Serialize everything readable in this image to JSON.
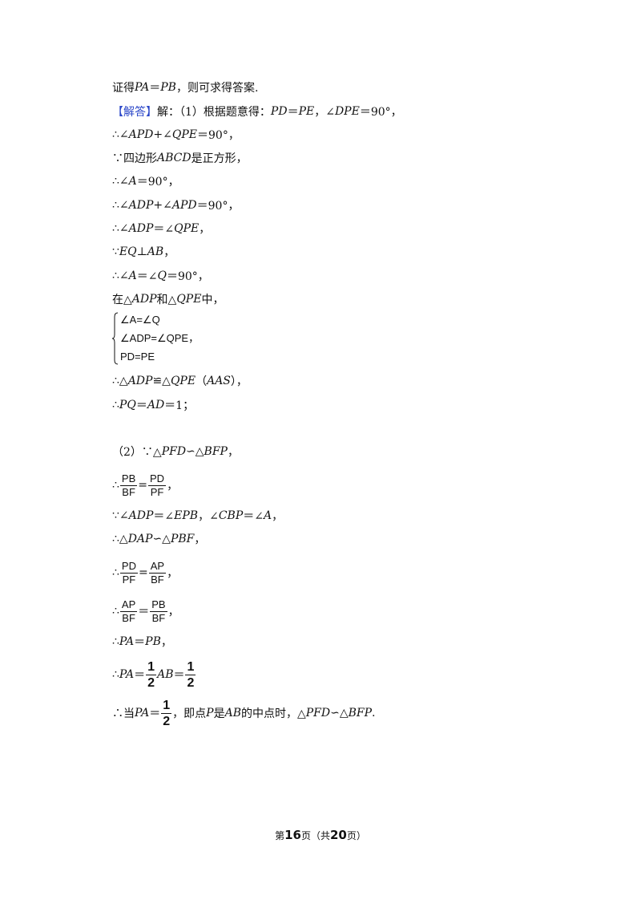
{
  "lines": {
    "l1": {
      "a": "证得 ",
      "b": "PA",
      "c": "＝",
      "d": "PB",
      "e": "，则可求得答案."
    },
    "l2": {
      "tag": "【解答】",
      "a": "解：（1）根据题意得：",
      "b": "PD",
      "c": "＝",
      "d": "PE",
      "e": "，∠",
      "f": "DPE",
      "g": "＝90°，"
    },
    "l3": {
      "a": "∴∠",
      "b": "APD",
      "c": "+∠",
      "d": "QPE",
      "e": "＝90°，"
    },
    "l4": {
      "a": "∵四边形 ",
      "b": "ABCD",
      "c": " 是正方形，"
    },
    "l5": {
      "a": "∴∠",
      "b": "A",
      "c": "＝90°，"
    },
    "l6": {
      "a": "∴∠",
      "b": "ADP",
      "c": "+∠",
      "d": "APD",
      "e": "＝90°，"
    },
    "l7": {
      "a": "∴∠",
      "b": "ADP",
      "c": "＝∠",
      "d": "QPE",
      "e": "，"
    },
    "l8": {
      "a": "∵",
      "b": "EQ",
      "c": "⊥",
      "d": "AB",
      "e": "，"
    },
    "l9": {
      "a": "∴∠",
      "b": "A",
      "c": "＝∠",
      "d": "Q",
      "e": "＝90°，"
    },
    "l10": {
      "a": "在△",
      "b": "ADP",
      "c": " 和△",
      "d": "QPE",
      "e": " 中，"
    },
    "l12": {
      "a": "∴△",
      "b": "ADP",
      "c": "≌△",
      "d": "QPE",
      "e": "（",
      "f": "AAS",
      "g": "），"
    },
    "l13": {
      "a": "∴",
      "b": "PQ",
      "c": "＝",
      "d": "AD",
      "e": "＝1；"
    },
    "l14": {
      "a": "（2）∵△",
      "b": "PFD",
      "c": "∽△",
      "d": "BFP",
      "e": "，"
    },
    "l15": {
      "a": "∴",
      "f1n": "PB",
      "f1d": "BF",
      "eq": "=",
      "f2n": "PD",
      "f2d": "PF",
      "e": "，"
    },
    "l16": {
      "a": "∵∠",
      "b": "ADP",
      "c": "＝∠",
      "d": "EPB",
      "e": "，∠",
      "f": "CBP",
      "g": "＝∠",
      "h": "A",
      "i": "，"
    },
    "l17": {
      "a": "∴△",
      "b": "DAP",
      "c": "∽△",
      "d": "PBF",
      "e": "，"
    },
    "l18": {
      "a": "∴",
      "f1n": "PD",
      "f1d": "PF",
      "eq": "=",
      "f2n": "AP",
      "f2d": "BF",
      "e": "，"
    },
    "l19": {
      "a": "∴",
      "f1n": "AP",
      "f1d": "BF",
      "eq": "＝",
      "f2n": "PB",
      "f2d": "BF",
      "e": "，"
    },
    "l20": {
      "a": "∴",
      "b": "PA",
      "c": "＝",
      "d": "PB",
      "e": "，"
    },
    "l21": {
      "a": "∴",
      "b": "PA",
      "c": "＝",
      "f1n": "1",
      "f1d": "2",
      "d": "AB",
      "eq": "＝",
      "f2n": "1",
      "f2d": "2"
    },
    "l22": {
      "a": "∴当 ",
      "b": "PA",
      "c": "＝",
      "f1n": "1",
      "f1d": "2",
      "d": "，即点 ",
      "e": "P",
      "f": " 是 ",
      "g": "AB",
      "h": " 的中点时，△",
      "i": "PFD",
      "j": "∽△",
      "k": "BFP",
      "l": "."
    }
  },
  "system": [
    "∠A=∠Q",
    "∠ADP=∠QPE，",
    "PD=PE"
  ],
  "footer": {
    "a": "第",
    "page": "16",
    "b": "页（共",
    "total": "20",
    "c": "页）"
  }
}
